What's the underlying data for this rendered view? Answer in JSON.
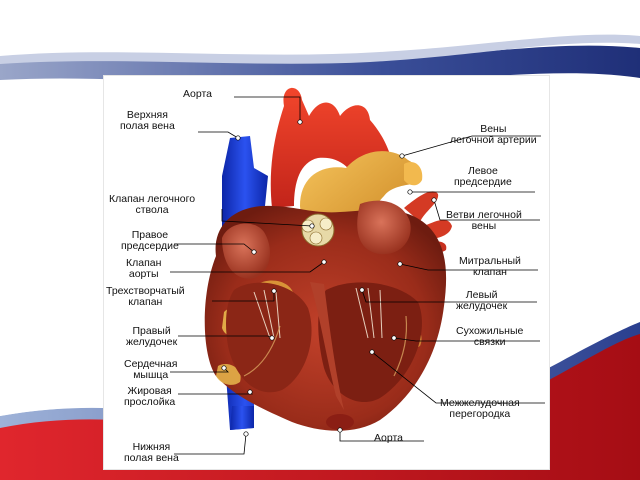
{
  "colors": {
    "background_white": "#ffffff",
    "wave_blue": "#2a3f8f",
    "wave_red": "#c4111a",
    "vena_blue": "#1638d6",
    "aorta_red": "#e0301e",
    "muscle": "#a8321f",
    "pulmonary_gold": "#e2a43c",
    "fat_yellow": "#f1c75c"
  },
  "labels": {
    "aorta_top": [
      "Аорта"
    ],
    "superior_vena_cava": [
      "Верхняя",
      "полая вена"
    ],
    "pulmonary_veins": [
      "Вены",
      "легочной артерии"
    ],
    "left_atrium": [
      "Левое",
      "предсердие"
    ],
    "pulmonary_branches": [
      "Ветви легочной",
      "вены"
    ],
    "pulmonary_valve": [
      "Клапан легочного",
      "ствола"
    ],
    "right_atrium": [
      "Правое",
      "предсердие"
    ],
    "aortic_valve": [
      "Клапан",
      "аорты"
    ],
    "mitral_valve": [
      "Митральный",
      "клапан"
    ],
    "tricuspid_valve": [
      "Трехстворчатый",
      "клапан"
    ],
    "left_ventricle": [
      "Левый",
      "желудочек"
    ],
    "chordae": [
      "Сухожильные",
      "связки"
    ],
    "right_ventricle": [
      "Правый",
      "желудочек"
    ],
    "papillary_muscle": [
      "Сердечная",
      "мышца"
    ],
    "fat_layer": [
      "Жировая",
      "прослойка"
    ],
    "septum": [
      "Межжелудочная",
      "перегородка"
    ],
    "inferior_vena_cava": [
      "Нижняя",
      "полая вена"
    ],
    "aorta_bottom": [
      "Аорта"
    ]
  }
}
